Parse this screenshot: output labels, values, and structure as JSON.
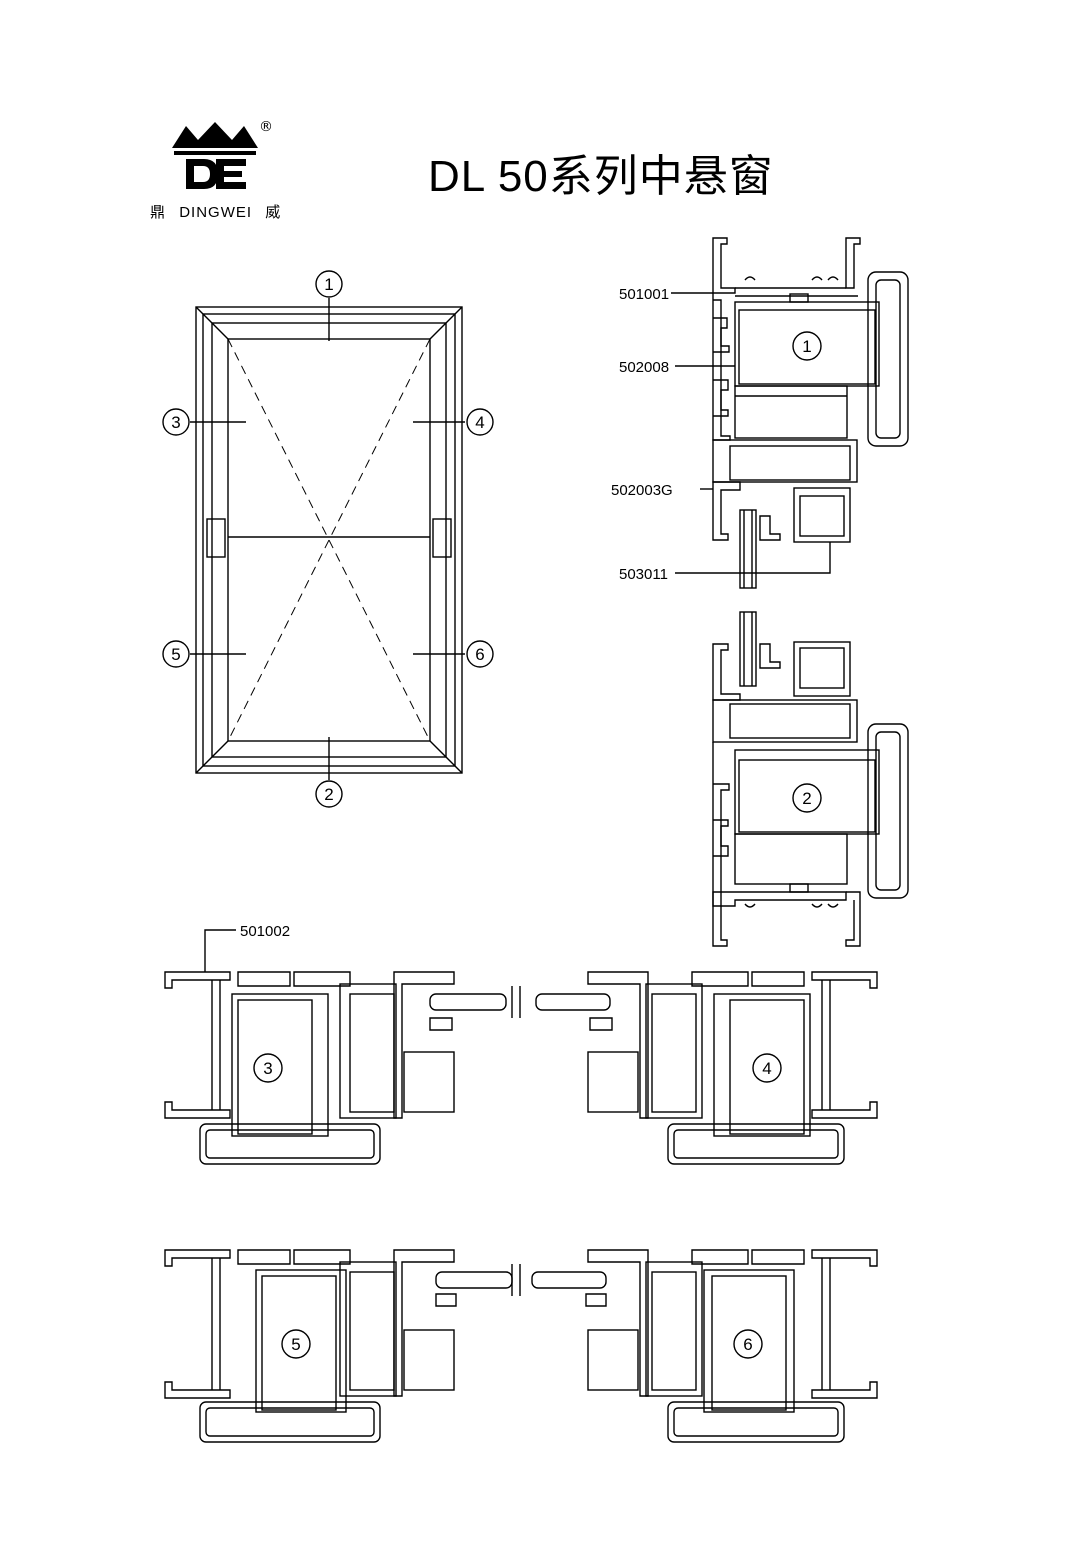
{
  "title": "DL 50系列中悬窗",
  "logo": {
    "mark": "DE",
    "text_left": "鼎",
    "text_mid": "DINGWEI",
    "text_right": "威",
    "registered": "®",
    "icon": "crown-mountain-logo-icon"
  },
  "elevation": {
    "callouts": [
      "1",
      "2",
      "3",
      "4",
      "5",
      "6"
    ]
  },
  "part_labels": {
    "p501001": "501001",
    "p502008": "502008",
    "p502003G": "502003G",
    "p503011": "503011",
    "p501002": "501002"
  },
  "section_numbers": [
    "1",
    "2",
    "3",
    "4",
    "5",
    "6"
  ]
}
